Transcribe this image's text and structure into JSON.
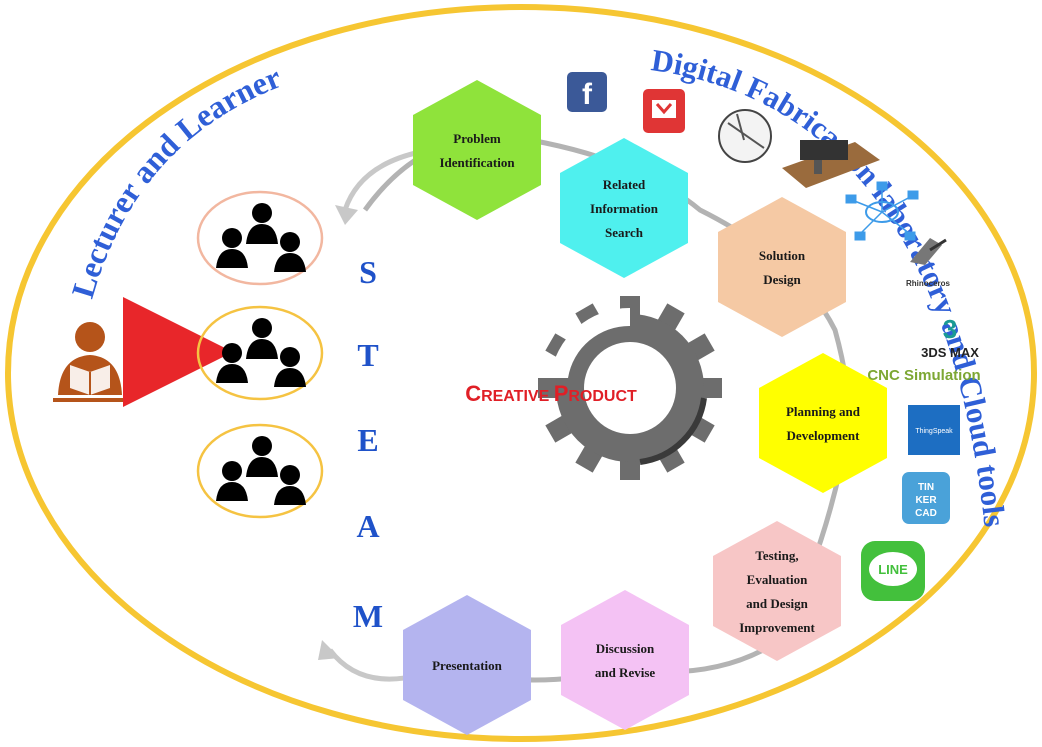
{
  "titles": {
    "left_arc": "Lecturer and Learner",
    "right_arc": "Digital Fabrication laboratory and Cloud tools"
  },
  "steam_letters": [
    "S",
    "T",
    "E",
    "A",
    "M"
  ],
  "center": {
    "line1_big": "C",
    "line1_rest": "REATIVE",
    "line2_big": "P",
    "line2_rest": "RODUCT"
  },
  "process_steps": [
    {
      "lines": [
        "Problem",
        "Identification"
      ],
      "color": "#8fe33b"
    },
    {
      "lines": [
        "Related",
        "Information",
        "Search"
      ],
      "color": "#4ff0ee"
    },
    {
      "lines": [
        "Solution",
        "Design"
      ],
      "color": "#f5c9a4"
    },
    {
      "lines": [
        "Planning and",
        "Development"
      ],
      "color": "#ffff00"
    },
    {
      "lines": [
        "Testing,",
        "Evaluation",
        "and Design",
        "Improvement"
      ],
      "color": "#f7c6c6"
    },
    {
      "lines": [
        "Discussion",
        "and Revise"
      ],
      "color": "#f4c2f4"
    },
    {
      "lines": [
        "Presentation"
      ],
      "color": "#b4b4ef"
    }
  ],
  "tools": {
    "threeds_logo": "3",
    "threeds_label": "3DS MAX",
    "cnc_label": "CNC Simulation",
    "thingspeak_label": "ThingSpeak",
    "tinkercad_letters": [
      "TIN",
      "KER",
      "CAD"
    ],
    "line_label": "LINE",
    "rhino_label": "Rhinoceros",
    "facebook_letter": "f"
  },
  "colors": {
    "ellipse": "#f6c632",
    "title_blue": "#2f5fd7",
    "arrow_red": "#e8262a",
    "teacher_brown": "#b5541a",
    "group_ring_top": "#f2b7a0",
    "group_ring_other": "#f5c342"
  }
}
